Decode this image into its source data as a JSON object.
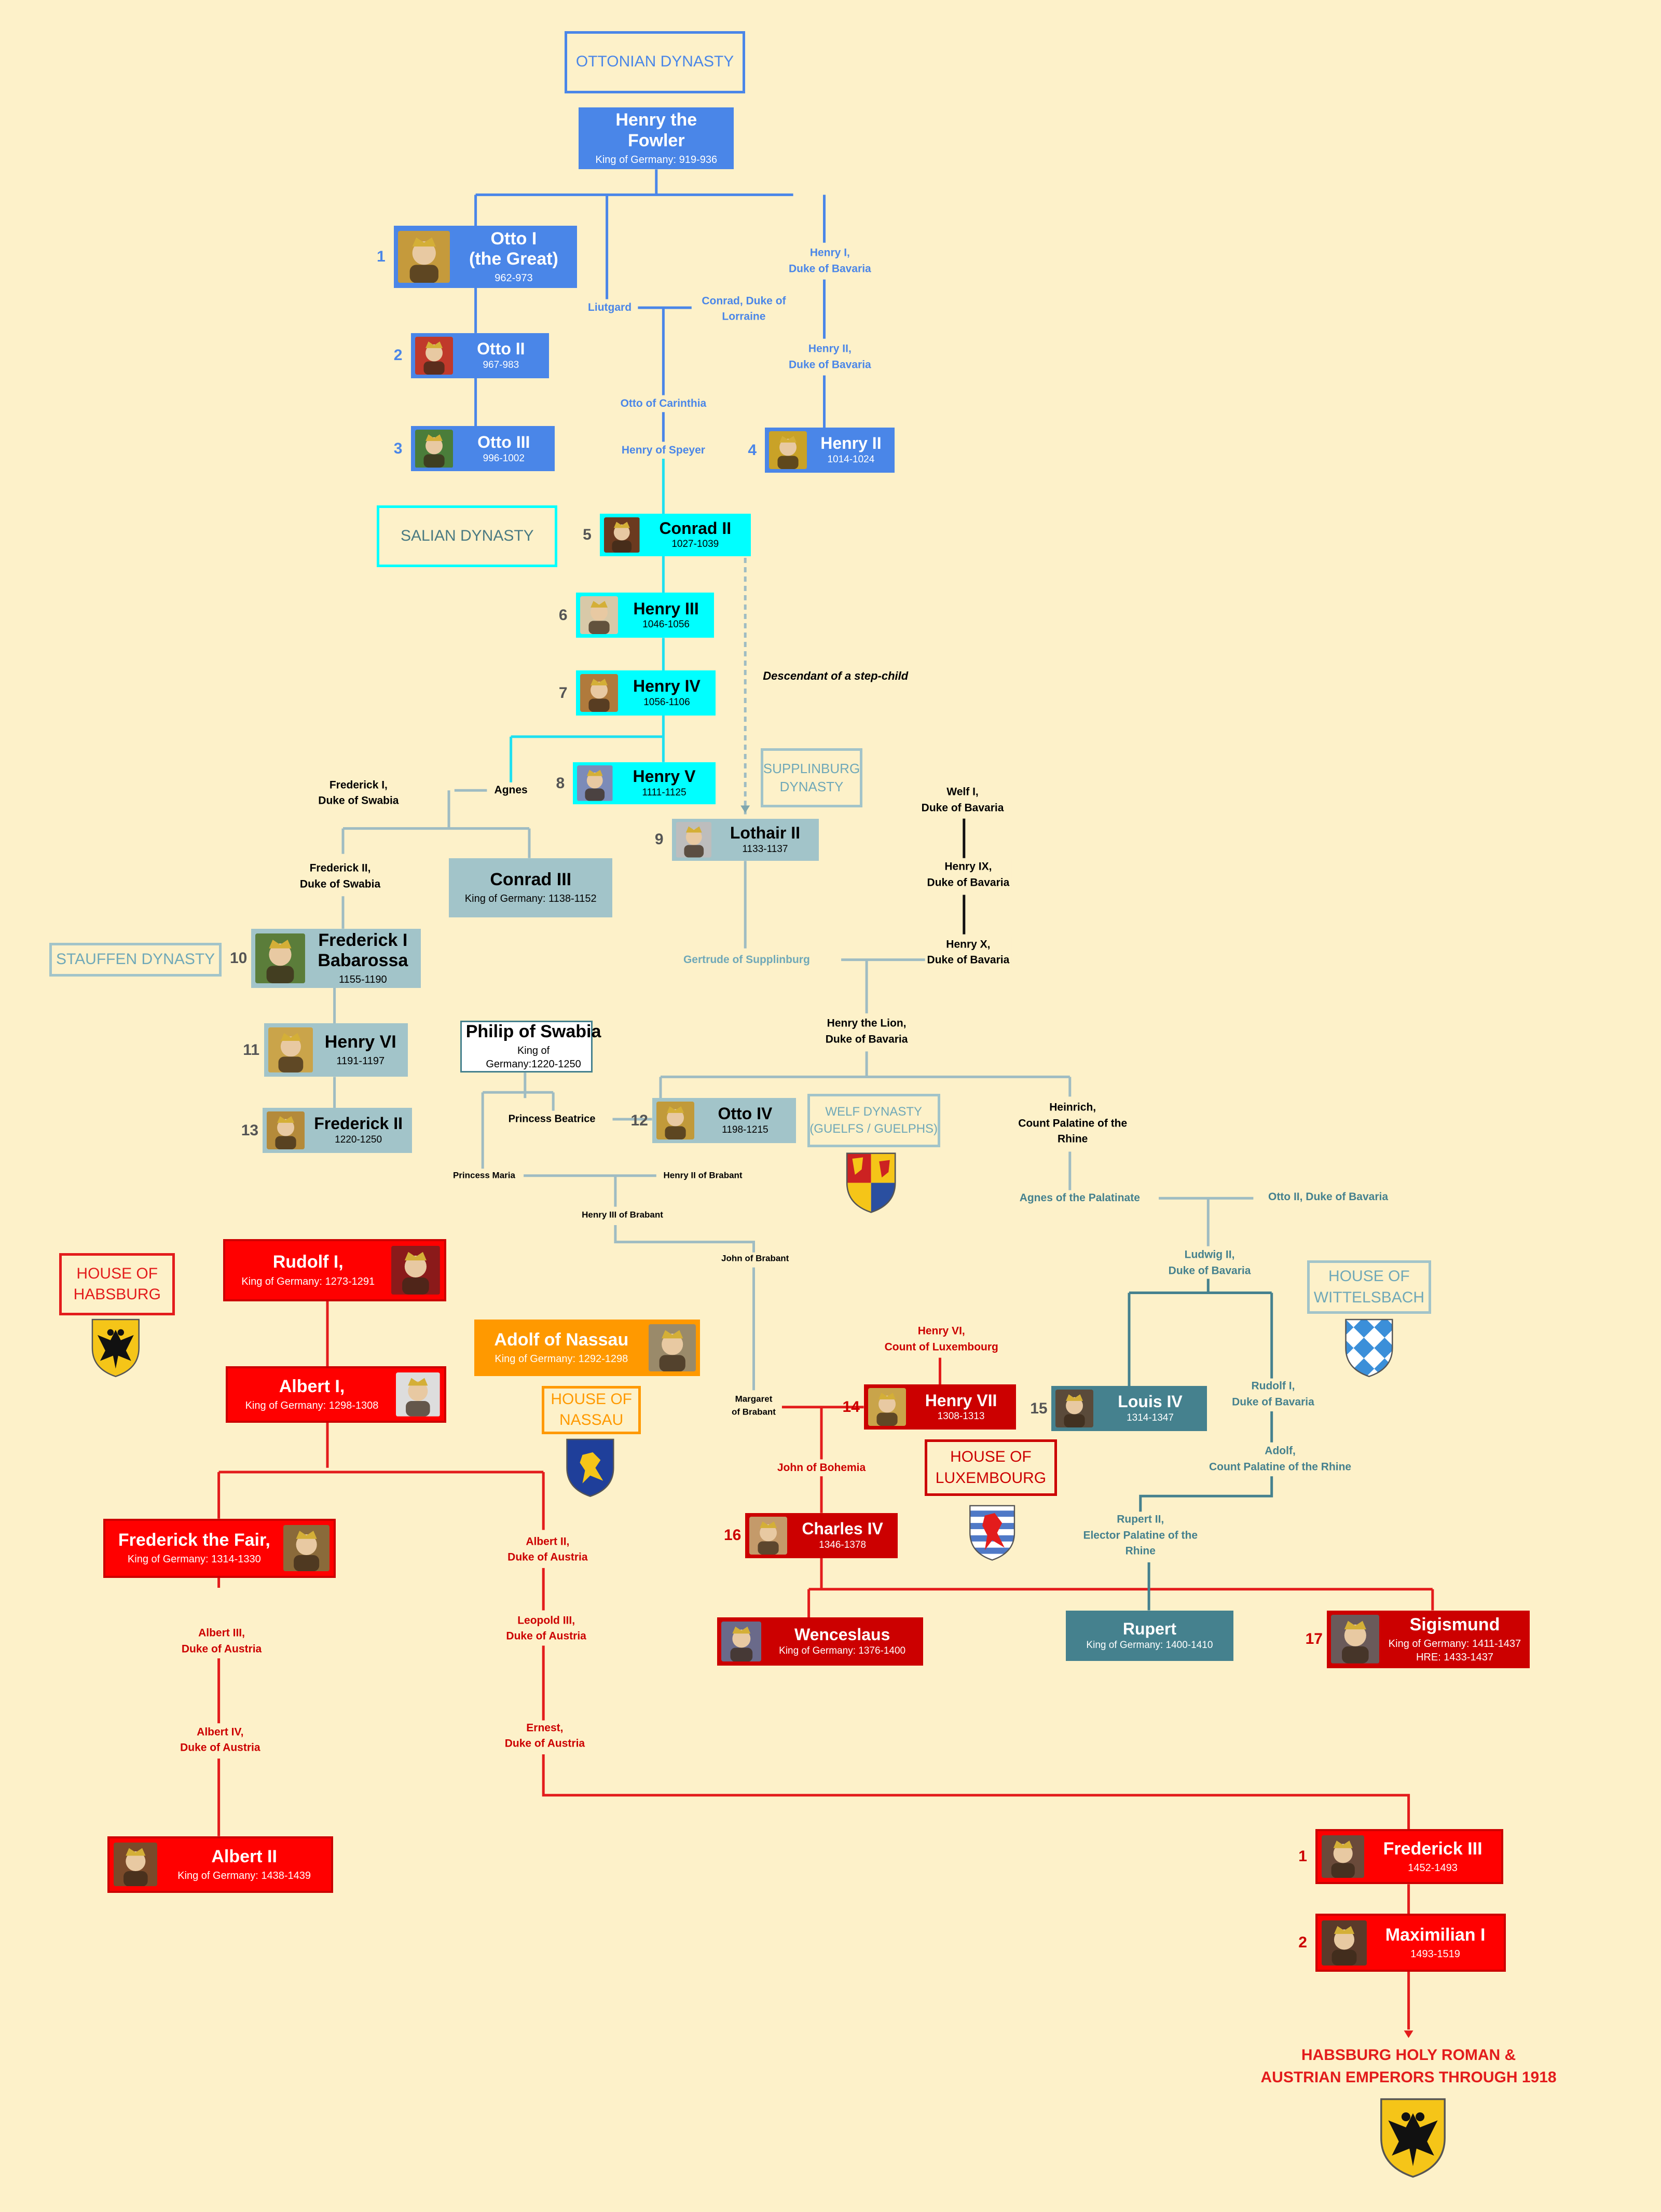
{
  "colors": {
    "ottonian": "#4a86e8",
    "salian": "#00ffff",
    "supplinburg": "#a2c4c9",
    "stauffen": "#a2c4c9",
    "welf": "#a2c4c9",
    "wittelsbach": "#45818e",
    "habsburg": "#ff0000",
    "luxembourg": "#cc0000",
    "nassau": "#ff9900",
    "background": "#fdf1c9"
  },
  "houses": [
    {
      "id": "ottonian",
      "label": "OTTONIAN DYNASTY",
      "color": "#4a86e8"
    },
    {
      "id": "salian",
      "label": "SALIAN DYNASTY",
      "color": "#4a7a82"
    },
    {
      "id": "supplinburg",
      "label": "SUPPLINBURG\nDYNASTY",
      "color": "#6fa8b8"
    },
    {
      "id": "stauffen",
      "label": "STAUFFEN DYNASTY",
      "color": "#6fa8b8"
    },
    {
      "id": "welf",
      "label": "WELF DYNASTY\n(GUELFS / GUELPHS)",
      "color": "#6fa8b8"
    },
    {
      "id": "habsburg",
      "label": "HOUSE OF\nHABSBURG",
      "color": "#e31c1c"
    },
    {
      "id": "nassau",
      "label": "HOUSE OF\nNASSAU",
      "color": "#ff9900"
    },
    {
      "id": "luxembourg",
      "label": "HOUSE OF\nLUXEMBOURG",
      "color": "#cc0000"
    },
    {
      "id": "wittelsbach",
      "label": "HOUSE OF\nWITTELSBACH",
      "color": "#6fa8b8"
    }
  ],
  "rulers": [
    {
      "id": "henry-fowler",
      "name": "Henry the\nFowler",
      "dates": "King of Germany: 919-936",
      "number": ""
    },
    {
      "id": "otto-i",
      "name": "Otto I\n(the Great)",
      "dates": "962-973",
      "number": "1"
    },
    {
      "id": "otto-ii",
      "name": "Otto II",
      "dates": "967-983",
      "number": "2"
    },
    {
      "id": "otto-iii",
      "name": "Otto III",
      "dates": "996-1002",
      "number": "3"
    },
    {
      "id": "henry-ii",
      "name": "Henry II",
      "dates": "1014-1024",
      "number": "4"
    },
    {
      "id": "conrad-ii",
      "name": "Conrad II",
      "dates": "1027-1039",
      "number": "5"
    },
    {
      "id": "henry-iii",
      "name": "Henry III",
      "dates": "1046-1056",
      "number": "6"
    },
    {
      "id": "henry-iv",
      "name": "Henry IV",
      "dates": "1056-1106",
      "number": "7"
    },
    {
      "id": "henry-v",
      "name": "Henry V",
      "dates": "1111-1125",
      "number": "8"
    },
    {
      "id": "lothair-ii",
      "name": "Lothair II",
      "dates": "1133-1137",
      "number": "9"
    },
    {
      "id": "conrad-iii",
      "name": "Conrad III",
      "dates": "King of Germany: 1138-1152",
      "number": ""
    },
    {
      "id": "frederick-i",
      "name": "Frederick I\nBabarossa",
      "dates": "1155-1190",
      "number": "10"
    },
    {
      "id": "henry-vi",
      "name": "Henry VI",
      "dates": "1191-1197",
      "number": "11"
    },
    {
      "id": "frederick-ii",
      "name": "Frederick II",
      "dates": "1220-1250",
      "number": "13"
    },
    {
      "id": "philip",
      "name": "Philip of Swabia",
      "dates": "King of\nGermany:1220-1250",
      "number": ""
    },
    {
      "id": "otto-iv",
      "name": "Otto IV",
      "dates": "1198-1215",
      "number": "12"
    },
    {
      "id": "rudolf-i",
      "name": "Rudolf I,",
      "dates": "King of Germany: 1273-1291",
      "number": ""
    },
    {
      "id": "albert-i",
      "name": "Albert I,",
      "dates": "King of Germany: 1298-1308",
      "number": ""
    },
    {
      "id": "adolf",
      "name": "Adolf of Nassau",
      "dates": "King of Germany: 1292-1298",
      "number": ""
    },
    {
      "id": "frederick-fair",
      "name": "Frederick the Fair,",
      "dates": "King of Germany: 1314-1330",
      "number": ""
    },
    {
      "id": "albert-ii",
      "name": "Albert II",
      "dates": "King of Germany: 1438-1439",
      "number": ""
    },
    {
      "id": "henry-vii",
      "name": "Henry VII",
      "dates": "1308-1313",
      "number": "14"
    },
    {
      "id": "louis-iv",
      "name": "Louis IV",
      "dates": "1314-1347",
      "number": "15"
    },
    {
      "id": "charles-iv",
      "name": "Charles IV",
      "dates": "1346-1378",
      "number": "16"
    },
    {
      "id": "wenceslaus",
      "name": "Wenceslaus",
      "dates": "King of Germany: 1376-1400",
      "number": ""
    },
    {
      "id": "rupert",
      "name": "Rupert",
      "dates": "King of Germany: 1400-1410",
      "number": ""
    },
    {
      "id": "sigismund",
      "name": "Sigismund",
      "dates": "King of Germany: 1411-1437\nHRE: 1433-1437",
      "number": "17"
    },
    {
      "id": "frederick-iii",
      "name": "Frederick III",
      "dates": "1452-1493",
      "number": "1"
    },
    {
      "id": "maximilian-i",
      "name": "Maximilian I",
      "dates": "1493-1519",
      "number": "2"
    }
  ],
  "persons": [
    {
      "id": "liutgard",
      "text": "Liutgard"
    },
    {
      "id": "conrad-lorraine",
      "text": "Conrad, Duke of\nLorraine"
    },
    {
      "id": "henry-i-bavaria",
      "text": "Henry I,\nDuke of Bavaria"
    },
    {
      "id": "henry-ii-bavaria",
      "text": "Henry II,\nDuke of Bavaria"
    },
    {
      "id": "otto-carinthia",
      "text": "Otto of Carinthia"
    },
    {
      "id": "henry-speyer",
      "text": "Henry of Speyer"
    },
    {
      "id": "frederick-i-swabia",
      "text": "Frederick I,\nDuke of Swabia"
    },
    {
      "id": "agnes",
      "text": "Agnes"
    },
    {
      "id": "frederick-ii-swabia",
      "text": "Frederick II,\nDuke of Swabia"
    },
    {
      "id": "welf-i",
      "text": "Welf I,\nDuke of Bavaria"
    },
    {
      "id": "henry-ix",
      "text": "Henry IX,\nDuke of Bavaria"
    },
    {
      "id": "henry-x",
      "text": "Henry X,\nDuke of Bavaria"
    },
    {
      "id": "gertrude",
      "text": "Gertrude of Supplinburg"
    },
    {
      "id": "henry-lion",
      "text": "Henry the Lion,\nDuke of Bavaria"
    },
    {
      "id": "princess-beatrice",
      "text": "Princess Beatrice"
    },
    {
      "id": "princess-maria",
      "text": "Princess Maria"
    },
    {
      "id": "henry-ii-brabant",
      "text": "Henry II of Brabant"
    },
    {
      "id": "henry-iii-brabant",
      "text": "Henry III of Brabant"
    },
    {
      "id": "john-brabant",
      "text": "John of Brabant"
    },
    {
      "id": "margaret-brabant",
      "text": "Margaret\nof Brabant"
    },
    {
      "id": "heinrich-palatine",
      "text": "Heinrich,\nCount Palatine of the\nRhine"
    },
    {
      "id": "agnes-palatinate",
      "text": "Agnes of the Palatinate"
    },
    {
      "id": "otto-ii-bavaria",
      "text": "Otto II, Duke of Bavaria"
    },
    {
      "id": "ludwig-ii",
      "text": "Ludwig II,\nDuke of Bavaria"
    },
    {
      "id": "rudolf-i-bavaria",
      "text": "Rudolf I,\nDuke of Bavaria"
    },
    {
      "id": "adolf-palatine",
      "text": "Adolf,\nCount Palatine of the Rhine"
    },
    {
      "id": "rupert-ii",
      "text": "Rupert II,\nElector Palatine of the\nRhine"
    },
    {
      "id": "henry-vi-lux",
      "text": "Henry VI,\nCount of Luxembourg"
    },
    {
      "id": "john-bohemia",
      "text": "John of Bohemia"
    },
    {
      "id": "albert-ii-austria",
      "text": "Albert II,\nDuke of Austria"
    },
    {
      "id": "leopold-iii",
      "text": "Leopold III,\nDuke of Austria"
    },
    {
      "id": "ernest-austria",
      "text": "Ernest,\nDuke of Austria"
    },
    {
      "id": "albert-iii-austria",
      "text": "Albert III,\nDuke of Austria"
    },
    {
      "id": "albert-iv-austria",
      "text": "Albert IV,\nDuke of Austria"
    }
  ],
  "notes": {
    "step_child": "Descendant of a step-child",
    "final": "HABSBURG HOLY ROMAN &\nAUSTRIAN EMPERORS THROUGH 1918"
  }
}
